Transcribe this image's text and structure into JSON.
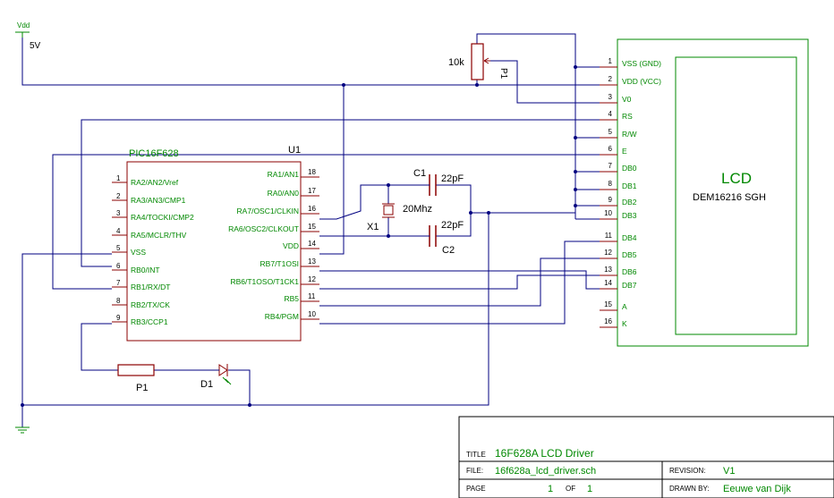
{
  "power": {
    "vdd": "Vdd",
    "voltage": "5V"
  },
  "pot": {
    "value": "10k",
    "ref": "P1"
  },
  "mcu": {
    "part": "PIC16F628",
    "ref": "U1",
    "left_pins": [
      {
        "num": "1",
        "name": "RA2/AN2/Vref"
      },
      {
        "num": "2",
        "name": "RA3/AN3/CMP1"
      },
      {
        "num": "3",
        "name": "RA4/TOCKI/CMP2"
      },
      {
        "num": "4",
        "name": "RA5/MCLR/THV"
      },
      {
        "num": "5",
        "name": "VSS"
      },
      {
        "num": "6",
        "name": "RB0/INT"
      },
      {
        "num": "7",
        "name": "RB1/RX/DT"
      },
      {
        "num": "8",
        "name": "RB2/TX/CK"
      },
      {
        "num": "9",
        "name": "RB3/CCP1"
      }
    ],
    "right_pins": [
      {
        "num": "18",
        "name": "RA1/AN1"
      },
      {
        "num": "17",
        "name": "RA0/AN0"
      },
      {
        "num": "16",
        "name": "RA7/OSC1/CLKIN"
      },
      {
        "num": "15",
        "name": "RA6/OSC2/CLKOUT"
      },
      {
        "num": "14",
        "name": "VDD"
      },
      {
        "num": "13",
        "name": "RB7/T1OSI"
      },
      {
        "num": "12",
        "name": "RB6/T1OSO/T1CK1"
      },
      {
        "num": "11",
        "name": "RB5"
      },
      {
        "num": "10",
        "name": "RB4/PGM"
      }
    ]
  },
  "crystal": {
    "ref": "X1",
    "value": "20Mhz"
  },
  "caps": {
    "c1": {
      "ref": "C1",
      "value": "22pF"
    },
    "c2": {
      "ref": "C2",
      "value": "22pF"
    }
  },
  "resistor": {
    "ref": "P1"
  },
  "led": {
    "ref": "D1"
  },
  "lcd": {
    "title": "LCD",
    "model": "DEM16216 SGH",
    "pins": [
      {
        "num": "1",
        "name": "VSS (GND)"
      },
      {
        "num": "2",
        "name": "VDD (VCC)"
      },
      {
        "num": "3",
        "name": "V0"
      },
      {
        "num": "4",
        "name": "RS"
      },
      {
        "num": "5",
        "name": "R/W"
      },
      {
        "num": "6",
        "name": "E"
      },
      {
        "num": "7",
        "name": "DB0"
      },
      {
        "num": "8",
        "name": "DB1"
      },
      {
        "num": "9",
        "name": "DB2"
      },
      {
        "num": "10",
        "name": "DB3"
      },
      {
        "num": "11",
        "name": "DB4"
      },
      {
        "num": "12",
        "name": "DB5"
      },
      {
        "num": "13",
        "name": "DB6"
      },
      {
        "num": "14",
        "name": "DB7"
      },
      {
        "num": "15",
        "name": "A"
      },
      {
        "num": "16",
        "name": "K"
      }
    ]
  },
  "title_block": {
    "title_label": "TITLE",
    "title": "16F628A LCD Driver",
    "file_label": "FILE:",
    "file": "16f628a_lcd_driver.sch",
    "revision_label": "REVISION:",
    "revision": "V1",
    "page_label": "PAGE",
    "page": "1",
    "of_label": "OF",
    "pages": "1",
    "drawn_by_label": "DRAWN BY:",
    "drawn_by": "Eeuwe van Dijk"
  }
}
